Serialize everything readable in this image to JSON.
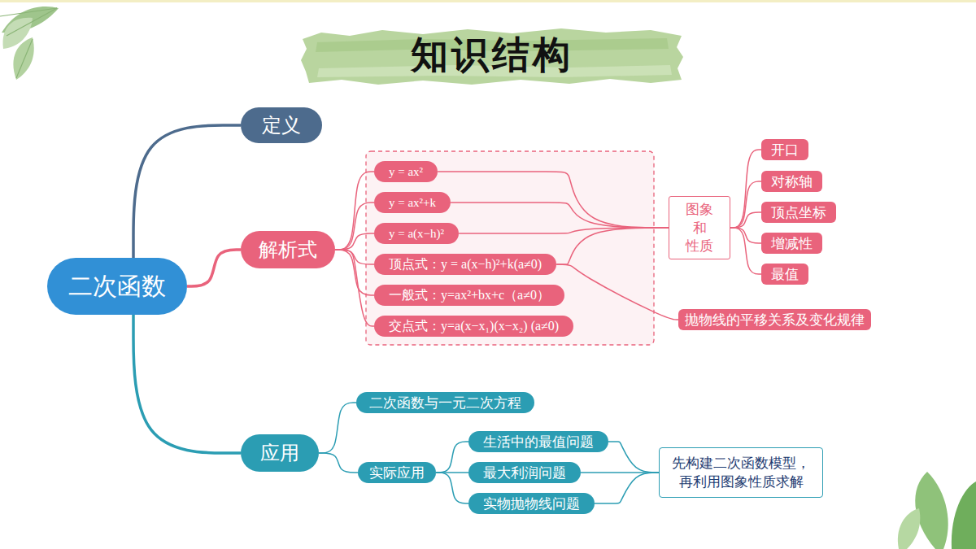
{
  "diagram": {
    "title": "知识结构",
    "nodes": [
      {
        "text": [
          "二次函数"
        ]
      },
      {
        "text": [
          "定义"
        ]
      },
      {
        "text": [
          "解析式"
        ]
      },
      {
        "text": [
          "y = ax²"
        ]
      },
      {
        "text": [
          "y = ax²+k"
        ]
      },
      {
        "text": [
          "y = a(x−h)²"
        ]
      },
      {
        "text": [
          "顶点式：y = a(x−h)²+k(a≠0)"
        ]
      },
      {
        "text": [
          "一般式：y=ax²+bx+c（a≠0）"
        ]
      },
      {
        "text": [
          "交点式：y=a(x−x₁)(x−x₂) (a≠0)"
        ]
      },
      {
        "text": [
          "图象 和 性质"
        ]
      },
      {
        "text": [
          "开口"
        ]
      },
      {
        "text": [
          "对称轴"
        ]
      },
      {
        "text": [
          "顶点坐标"
        ]
      },
      {
        "text": [
          "增减性"
        ]
      },
      {
        "text": [
          "最值"
        ]
      },
      {
        "text": [
          "抛物线的平移关系及变化规律"
        ]
      },
      {
        "text": [
          "应用"
        ]
      },
      {
        "text": [
          "二次函数与一元二次方程"
        ]
      },
      {
        "text": [
          "实际应用"
        ]
      },
      {
        "text": [
          "生活中的最值问题"
        ]
      },
      {
        "text": [
          "最大利润问题"
        ]
      },
      {
        "text": [
          "实物抛物线问题"
        ]
      },
      {
        "text": [
          "先构建二次函数模型， 再利用图象性质求解"
        ]
      }
    ],
    "edges": [
      {
        "from": 0,
        "to": 1,
        "arrow": "none"
      },
      {
        "from": 0,
        "to": 2,
        "arrow": "none"
      },
      {
        "from": 0,
        "to": 16,
        "arrow": "none"
      },
      {
        "from": 2,
        "to": 3,
        "arrow": "none"
      },
      {
        "from": 2,
        "to": 4,
        "arrow": "none"
      },
      {
        "from": 2,
        "to": 5,
        "arrow": "none"
      },
      {
        "from": 2,
        "to": 6,
        "arrow": "none"
      },
      {
        "from": 2,
        "to": 7,
        "arrow": "none"
      },
      {
        "from": 2,
        "to": 8,
        "arrow": "none"
      },
      {
        "from": 3,
        "to": 9,
        "arrow": "none"
      },
      {
        "from": 4,
        "to": 9,
        "arrow": "none"
      },
      {
        "from": 5,
        "to": 9,
        "arrow": "none"
      },
      {
        "from": 6,
        "to": 9,
        "arrow": "none"
      },
      {
        "from": 6,
        "to": 15,
        "arrow": "none"
      },
      {
        "from": 9,
        "to": 10,
        "arrow": "none"
      },
      {
        "from": 9,
        "to": 11,
        "arrow": "none"
      },
      {
        "from": 9,
        "to": 12,
        "arrow": "none"
      },
      {
        "from": 9,
        "to": 13,
        "arrow": "none"
      },
      {
        "from": 9,
        "to": 14,
        "arrow": "none"
      },
      {
        "from": 16,
        "to": 17,
        "arrow": "none"
      },
      {
        "from": 16,
        "to": 18,
        "arrow": "none"
      },
      {
        "from": 18,
        "to": 19,
        "arrow": "none"
      },
      {
        "from": 18,
        "to": 20,
        "arrow": "none"
      },
      {
        "from": 18,
        "to": 21,
        "arrow": "none"
      },
      {
        "from": 19,
        "to": 22,
        "arrow": "none"
      },
      {
        "from": 20,
        "to": 22,
        "arrow": "none"
      },
      {
        "from": 21,
        "to": 22,
        "arrow": "none"
      }
    ]
  }
}
